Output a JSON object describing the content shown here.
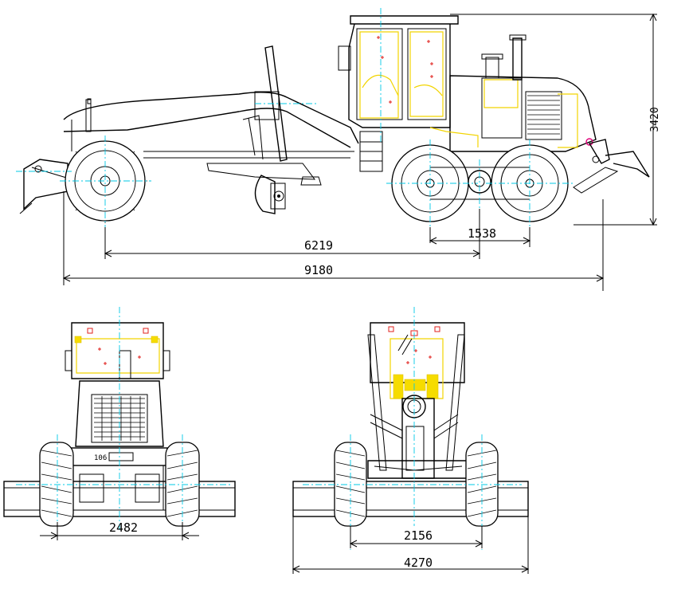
{
  "colors": {
    "line": "#000000",
    "centerline": "#00c8e6",
    "highlight": "#f6dc00",
    "marker": "#e0201c",
    "accent": "#e0007a"
  },
  "views": {
    "side": {
      "dimensions": {
        "height": "3420",
        "wheelbase": "6219",
        "tandem": "1538",
        "overall_length": "9180"
      }
    },
    "front": {
      "dimensions": {
        "track": "2482"
      },
      "plate": "106"
    },
    "rear": {
      "dimensions": {
        "track": "2156",
        "blade_width": "4270"
      }
    }
  }
}
